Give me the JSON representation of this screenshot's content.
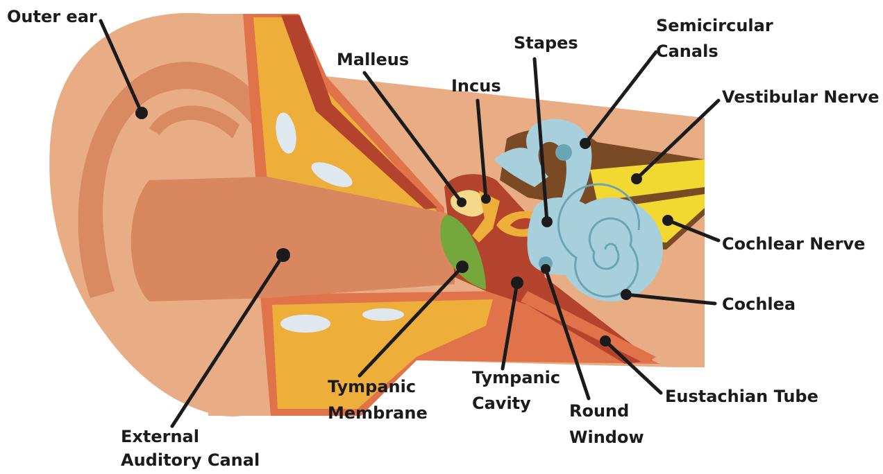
{
  "diagram": {
    "labels": {
      "outer_ear": "Outer ear",
      "malleus": "Malleus",
      "incus": "Incus",
      "stapes": "Stapes",
      "semicircular_1": "Semicircular",
      "semicircular_2": "Canals",
      "vestibular_nerve": "Vestibular Nerve",
      "cochlear_nerve": "Cochlear Nerve",
      "cochlea": "Cochlea",
      "eustachian_tube": "Eustachian Tube",
      "round_window_1": "Round",
      "round_window_2": "Window",
      "tympanic_cavity_1": "Tympanic",
      "tympanic_cavity_2": "Cavity",
      "tympanic_membrane_1": "Tympanic",
      "tympanic_membrane_2": "Membrane",
      "external_canal_1": "External",
      "external_canal_2": "Auditory Canal"
    },
    "colors": {
      "skin": "#e9ad86",
      "skin_dark": "#d98a63",
      "canal": "#d8875f",
      "bone_yellow": "#eeae3a",
      "tissue_red": "#b3432d",
      "tissue_orange": "#e1734a",
      "cartilage_white": "#dfe7ef",
      "membrane_green": "#74a83d",
      "ossicle_cream": "#f4d98a",
      "inner_blue": "#a7d0dc",
      "inner_blue_line": "#6aa5b4",
      "nerve_yellow": "#f4d832",
      "nerve_brown": "#7a4a25",
      "leader_line": "#1b1b1b"
    }
  }
}
